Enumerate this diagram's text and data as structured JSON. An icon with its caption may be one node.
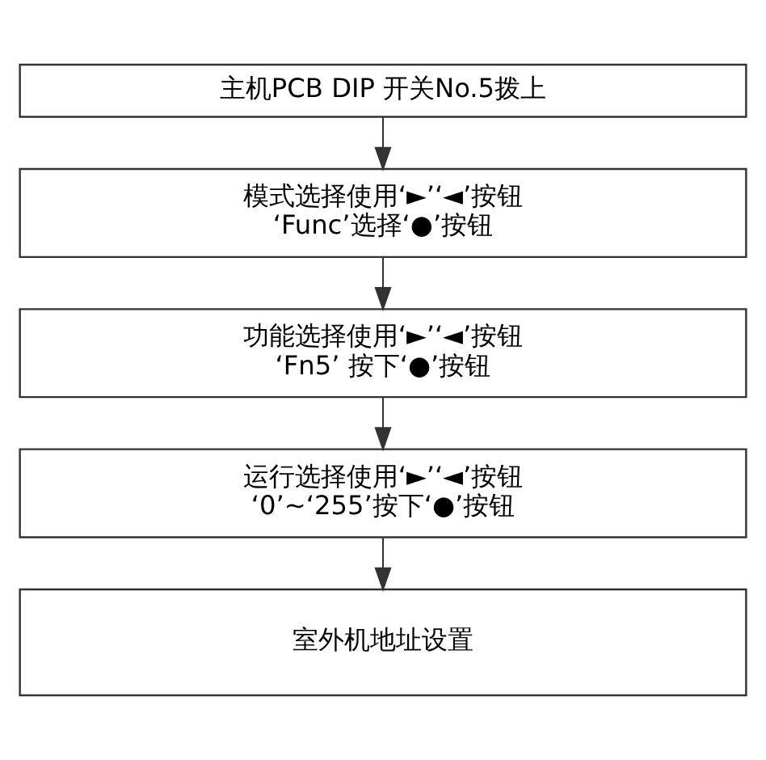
{
  "diagram": {
    "nodes": [
      {
        "text": [
          "主机PCB DIP 开关No.5拨上"
        ]
      },
      {
        "text": [
          "模式选择使用‘►’‘◄’按钮",
          "‘Func’选择‘●’按钮"
        ]
      },
      {
        "text": [
          "功能选择使用‘►’‘◄’按钮",
          "‘Fn5’ 按下‘●’按钮"
        ]
      },
      {
        "text": [
          "运行选择使用‘►’‘◄’按钮",
          "‘0’~‘255’按下‘●’按钮"
        ]
      },
      {
        "text": [
          "室外机地址设置"
        ]
      }
    ],
    "edges": [
      {
        "from": 0,
        "to": 1,
        "arrow": "to"
      },
      {
        "from": 1,
        "to": 2,
        "arrow": "to"
      },
      {
        "from": 2,
        "to": 3,
        "arrow": "to"
      },
      {
        "from": 3,
        "to": 4,
        "arrow": "to"
      }
    ]
  }
}
